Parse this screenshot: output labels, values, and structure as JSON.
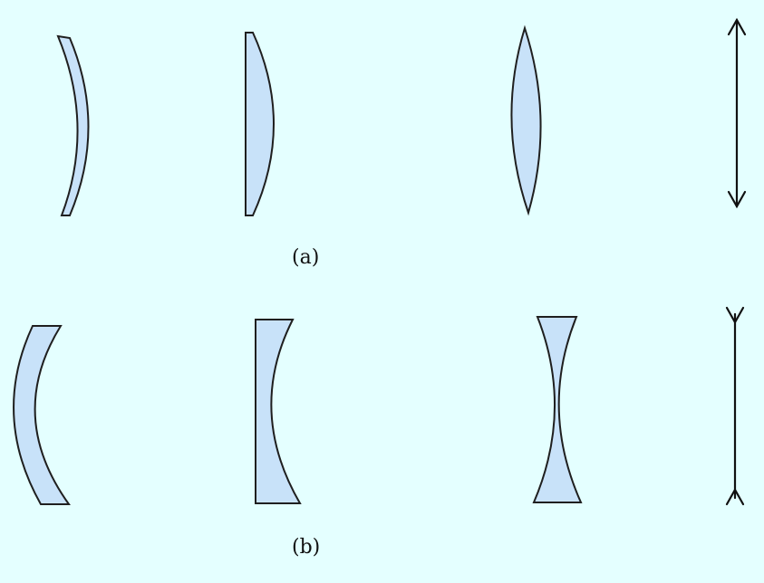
{
  "colors": {
    "background": "#e4ffff",
    "lens_fill": "#c8e2f9",
    "outline": "#1f1f1f"
  },
  "rows": [
    {
      "caption": "(a)",
      "lenses": [
        {
          "kind": "converging-meniscus"
        },
        {
          "kind": "plano-convex"
        },
        {
          "kind": "biconvex"
        },
        {
          "kind": "converging-lens-symbol"
        }
      ]
    },
    {
      "caption": "(b)",
      "lenses": [
        {
          "kind": "diverging-meniscus"
        },
        {
          "kind": "plano-concave"
        },
        {
          "kind": "biconcave"
        },
        {
          "kind": "diverging-lens-symbol"
        }
      ]
    }
  ]
}
